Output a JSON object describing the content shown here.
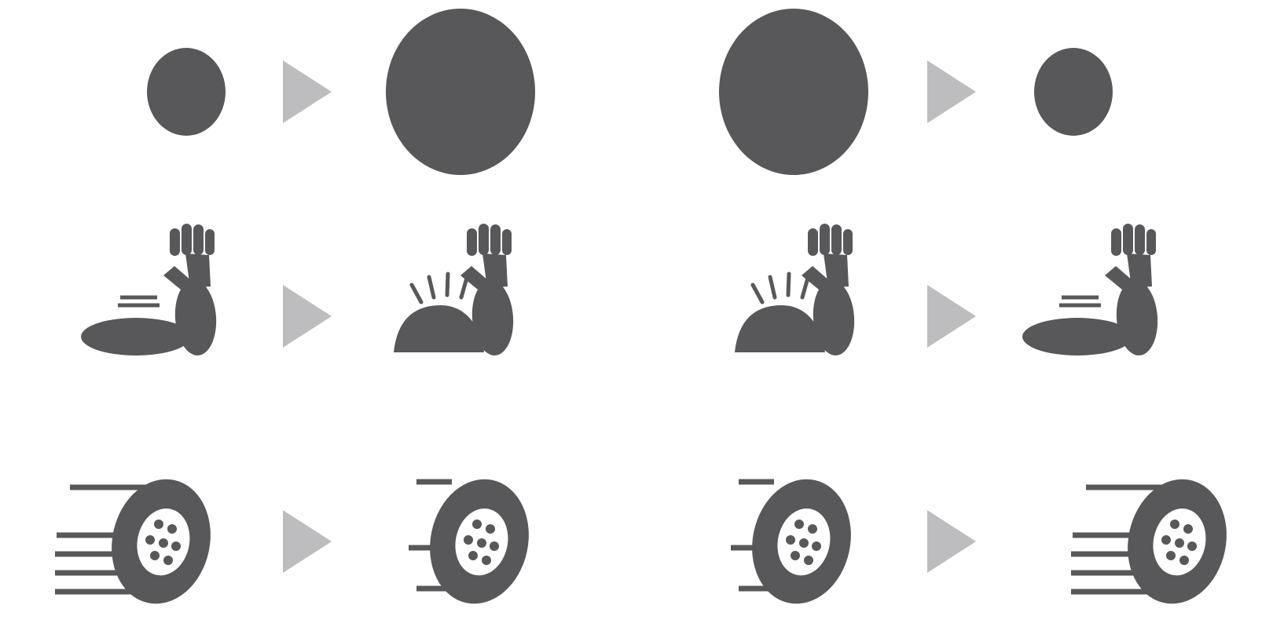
{
  "colors": {
    "ink": "#58585b",
    "arrow": "#bdbdbf",
    "background": "#ffffff"
  },
  "rows": [
    {
      "concept": "size",
      "left_pair": {
        "from": "small-dot-icon",
        "to": "large-dot-icon"
      },
      "right_pair": {
        "from": "large-dot-icon",
        "to": "small-dot-icon"
      }
    },
    {
      "concept": "impact",
      "left_pair": {
        "from": "arm-soft-press-icon",
        "to": "arm-strong-press-icon"
      },
      "right_pair": {
        "from": "arm-strong-press-icon",
        "to": "arm-soft-press-icon"
      }
    },
    {
      "concept": "speed",
      "left_pair": {
        "from": "wheel-fast-icon",
        "to": "wheel-slow-icon"
      },
      "right_pair": {
        "from": "wheel-slow-icon",
        "to": "wheel-fast-icon"
      }
    }
  ]
}
